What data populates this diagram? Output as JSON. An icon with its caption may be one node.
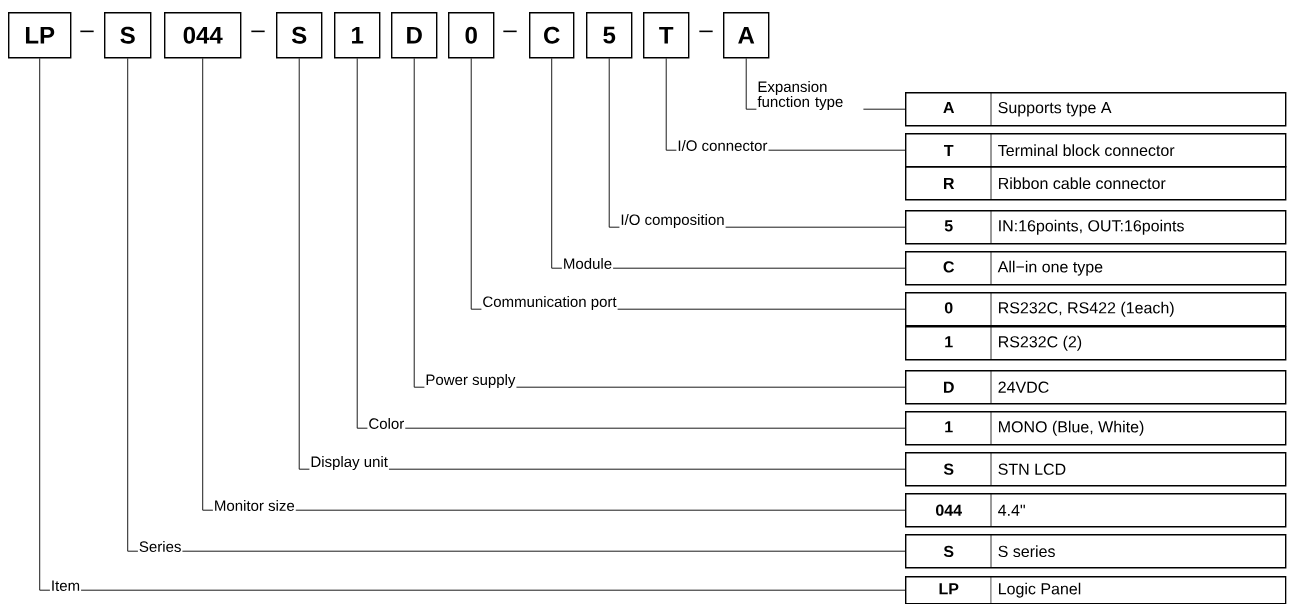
{
  "diagram": {
    "nodes": [
      {
        "text": [
          "LP"
        ]
      },
      {
        "text": [
          "S"
        ]
      },
      {
        "text": [
          "044"
        ]
      },
      {
        "text": [
          "S"
        ]
      },
      {
        "text": [
          "1"
        ]
      },
      {
        "text": [
          "D"
        ]
      },
      {
        "text": [
          "0"
        ]
      },
      {
        "text": [
          "C"
        ]
      },
      {
        "text": [
          "5"
        ]
      },
      {
        "text": [
          "T"
        ]
      },
      {
        "text": [
          "A"
        ]
      },
      {
        "text": [
          "A",
          "Supports type A"
        ]
      },
      {
        "text": [
          "T",
          "Terminal block connector"
        ]
      },
      {
        "text": [
          "R",
          "Ribbon cable connector"
        ]
      },
      {
        "text": [
          "5",
          "IN:16points, OUT:16points"
        ]
      },
      {
        "text": [
          "C",
          "All−in one type"
        ]
      },
      {
        "text": [
          "0",
          "RS232C, RS422 (1each)"
        ]
      },
      {
        "text": [
          "1",
          "RS232C (2)"
        ]
      },
      {
        "text": [
          "D",
          "24VDC"
        ]
      },
      {
        "text": [
          "1",
          "MONO (Blue, White)"
        ]
      },
      {
        "text": [
          "S",
          "STN LCD"
        ]
      },
      {
        "text": [
          "044",
          "4.4\""
        ]
      },
      {
        "text": [
          "S",
          "S series"
        ]
      },
      {
        "text": [
          "LP",
          "Logic Panel"
        ]
      }
    ],
    "edges": [
      {
        "from": 10,
        "to": 11,
        "arrow": "none",
        "label": "Expansion function type"
      },
      {
        "from": 9,
        "to": 12,
        "arrow": "none",
        "label": "I/O connector"
      },
      {
        "from": 8,
        "to": 14,
        "arrow": "none",
        "label": "I/O composition"
      },
      {
        "from": 7,
        "to": 15,
        "arrow": "none",
        "label": "Module"
      },
      {
        "from": 6,
        "to": 16,
        "arrow": "none",
        "label": "Communication port"
      },
      {
        "from": 5,
        "to": 18,
        "arrow": "none",
        "label": "Power supply"
      },
      {
        "from": 4,
        "to": 19,
        "arrow": "none",
        "label": "Color"
      },
      {
        "from": 3,
        "to": 20,
        "arrow": "none",
        "label": "Display unit"
      },
      {
        "from": 2,
        "to": 21,
        "arrow": "none",
        "label": "Monitor size"
      },
      {
        "from": 1,
        "to": 22,
        "arrow": "none",
        "label": "Series"
      },
      {
        "from": 0,
        "to": 23,
        "arrow": "none",
        "label": "Item"
      }
    ],
    "labels": [
      "–",
      "–",
      "–",
      "–"
    ]
  }
}
